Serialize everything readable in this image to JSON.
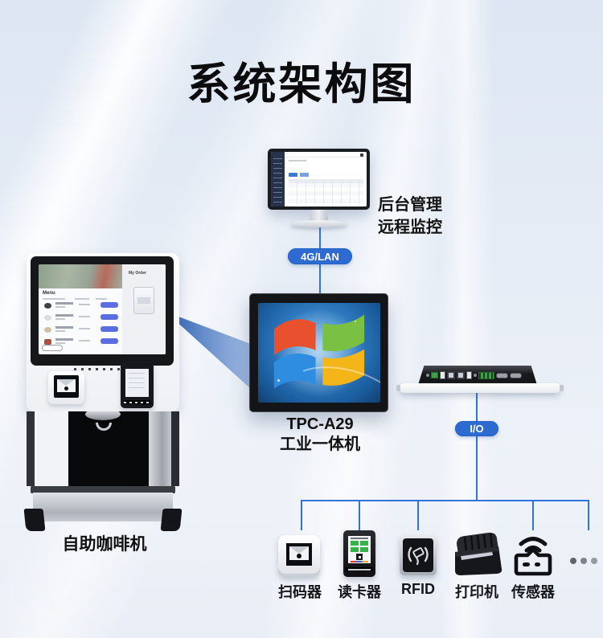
{
  "title": "系统架构图",
  "colors": {
    "line": "#3273d9",
    "pill": "#2d6bd1",
    "win_bg": "#2f7cc2"
  },
  "backend": {
    "label_line1": "后台管理",
    "label_line2": "远程监控"
  },
  "link_top": {
    "label": "4G/LAN"
  },
  "panel_pc": {
    "model": "TPC-A29",
    "name": "工业一体机"
  },
  "io_link": {
    "label": "I/O"
  },
  "coffee": {
    "label": "自助咖啡机",
    "screen": {
      "order_panel_title": "My Order",
      "menu_title": "Menu"
    }
  },
  "devices": [
    {
      "name": "scanner",
      "label": "扫码器"
    },
    {
      "name": "card-reader",
      "label": "读卡器"
    },
    {
      "name": "rfid",
      "label": "RFID"
    },
    {
      "name": "printer",
      "label": "打印机"
    },
    {
      "name": "sensor",
      "label": "传感器"
    }
  ]
}
